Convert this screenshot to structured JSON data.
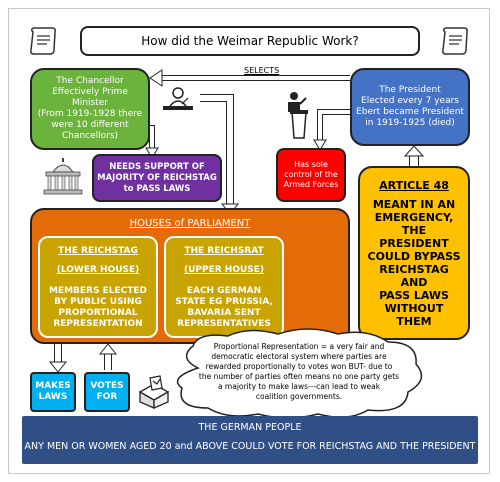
{
  "title": "How did the Weimar Republic Work?",
  "selects_label": "SELECTS",
  "chancellor": {
    "lines": [
      "The Chancellor",
      "Effectively Prime",
      "Minister",
      "(From 1919-1928 there",
      "were 10 different",
      "Chancellors)"
    ]
  },
  "president": {
    "lines": [
      "The President",
      "Elected every 7 years",
      "Ebert became President",
      "in 1919-1925 (died)"
    ]
  },
  "needs_support": {
    "lines": [
      "NEEDS SUPPORT OF",
      "MAJORITY OF REICHSTAG",
      "to PASS LAWS"
    ]
  },
  "armed_forces": {
    "lines": [
      "Has sole",
      "control of the",
      "Armed Forces"
    ]
  },
  "article48": {
    "title": "ARTICLE 48",
    "lines": [
      "MEANT IN AN",
      "EMERGENCY, THE",
      "PRESIDENT",
      "COULD BYPASS",
      "REICHSTAG AND",
      "PASS LAWS",
      "WITHOUT THEM"
    ]
  },
  "houses": {
    "title": "HOUSES of PARLIAMENT",
    "reichstag": {
      "name": "THE REICHSTAG",
      "sub": "(LOWER HOUSE)",
      "lines": [
        "MEMBERS ELECTED",
        "BY PUBLIC USING",
        "PROPORTIONAL",
        "REPRESENTATION"
      ]
    },
    "reichsrat": {
      "name": "THE REICHSRAT",
      "sub": "(UPPER HOUSE)",
      "lines": [
        "EACH GERMAN",
        "STATE EG PRUSSIA,",
        "BAVARIA SENT",
        "REPRESENTATIVES"
      ]
    }
  },
  "makes_laws": {
    "lines": [
      "MAKES",
      "LAWS"
    ]
  },
  "votes_for": {
    "lines": [
      "VOTES",
      "FOR"
    ]
  },
  "proportional_note": {
    "lines": [
      "Proportional Representation = a very fair and",
      "democratic electoral system where parties are",
      "rewarded proportionally to votes won BUT- due to",
      "the number of parties often means no one party gets",
      "a majority to make laws---can lead to weak",
      "coalition governments."
    ]
  },
  "people": {
    "title": "THE GERMAN PEOPLE",
    "desc": "ANY MEN OR WOMEN AGED 20 and ABOVE COULD VOTE FOR REICHSTAG AND THE PRESIDENT"
  },
  "icons": [
    "scroll-icon",
    "reichstag-building-icon",
    "person-at-desk-icon",
    "speaker-at-podium-icon",
    "ballot-box-icon",
    "document-icon"
  ]
}
